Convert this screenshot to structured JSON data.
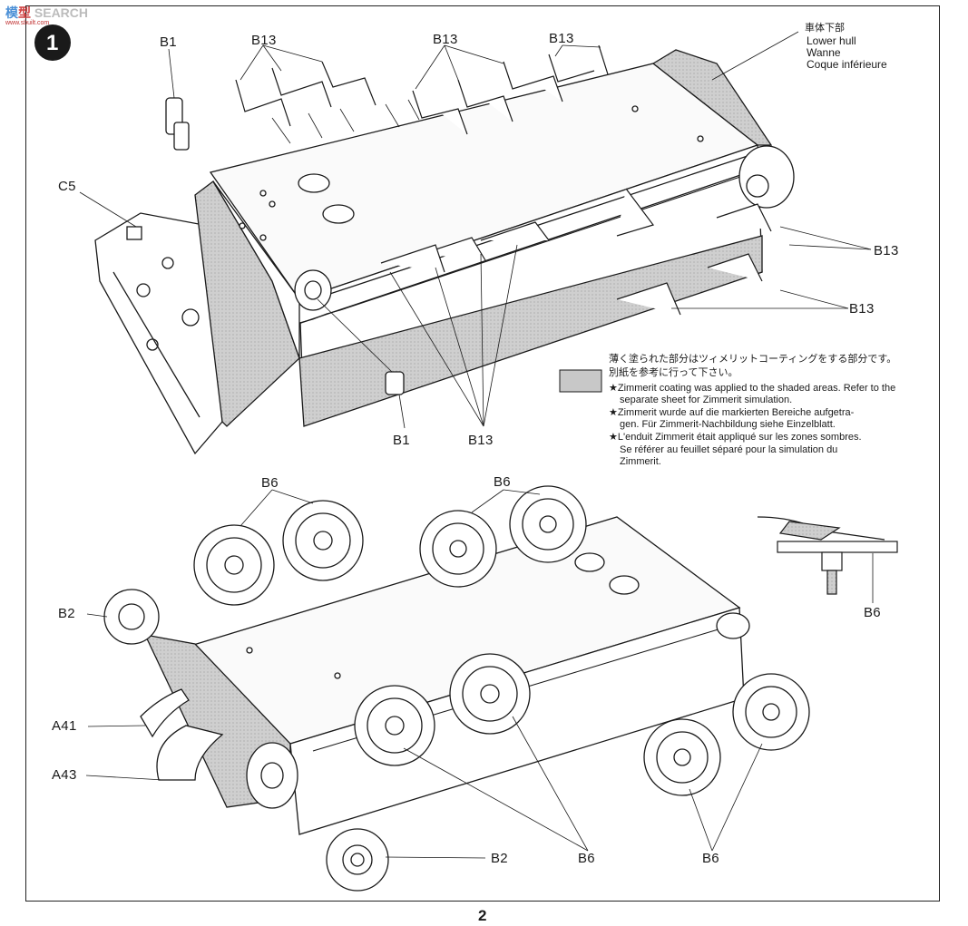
{
  "watermark": {
    "name": "SEARCH",
    "domain": "www.sbuilt.com"
  },
  "page": {
    "step_number": "1",
    "page_number": "2"
  },
  "top_labels": {
    "b1_top": "B1",
    "b13_a": "B13",
    "b13_b": "B13",
    "b13_c": "B13",
    "c5": "C5",
    "b13_right1": "B13",
    "b13_right2": "B13",
    "b1_bottom": "B1",
    "b13_bottom": "B13"
  },
  "hull_label": {
    "japanese": "車体下部",
    "english": "Lower hull",
    "german": "Wanne",
    "french": "Coque inférieure"
  },
  "zimmerit_note": {
    "japanese_1": "薄く塗られた部分はツィメリットコーティングをする部分です。",
    "japanese_2": "別紙を参考に行って下さい。",
    "english_1": "★Zimmerit coating was applied to the shaded areas. Refer to the",
    "english_2": "separate sheet for Zimmerit simulation.",
    "german_1": "★Zimmerit wurde auf die markierten Bereiche aufgetra-",
    "german_2": "gen. Für Zimmerit-Nachbildung siehe Einzelblatt.",
    "french_1": "★L'enduit Zimmerit était appliqué sur les zones sombres.",
    "french_2": "Se référer au feuillet séparé pour la simulation du",
    "french_3": "Zimmerit.",
    "swatch_color": "#c8c8c8"
  },
  "bottom_labels": {
    "b6_a": "B6",
    "b6_b": "B6",
    "b6_detail": "B6",
    "b2_top": "B2",
    "a41": "A41",
    "a43": "A43",
    "b2_bottom": "B2",
    "b6_c": "B6",
    "b6_d": "B6"
  },
  "colors": {
    "ink": "#1a1a1a",
    "shade": "#c8c8c8",
    "paper": "#ffffff"
  }
}
